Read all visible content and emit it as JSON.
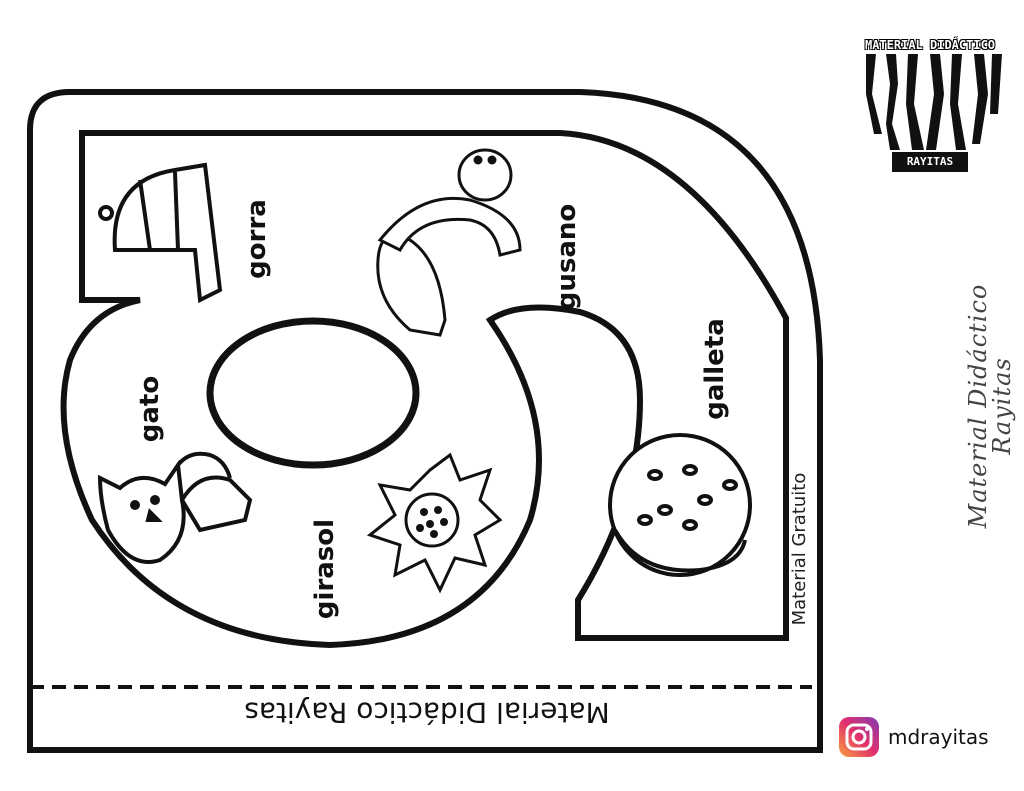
{
  "words": {
    "gorra": "gorra",
    "gusano": "gusano",
    "galleta": "galleta",
    "gato": "gato",
    "girasol": "girasol"
  },
  "footer_text": "Material Didáctico Rayitas",
  "side_text": "Material Gratuito",
  "cursive_text": "Material Didáctico Rayitas",
  "logo": {
    "top_text": "MATERIAL DIDÁCTICO",
    "bottom_text": "RAYITAS"
  },
  "instagram": {
    "icon": "instagram-icon",
    "handle": "mdrayitas"
  },
  "colors": {
    "outline": "#111111",
    "paper": "#ffffff",
    "insta_gradient": [
      "#f9a03f",
      "#e1306c",
      "#833ab4"
    ]
  }
}
